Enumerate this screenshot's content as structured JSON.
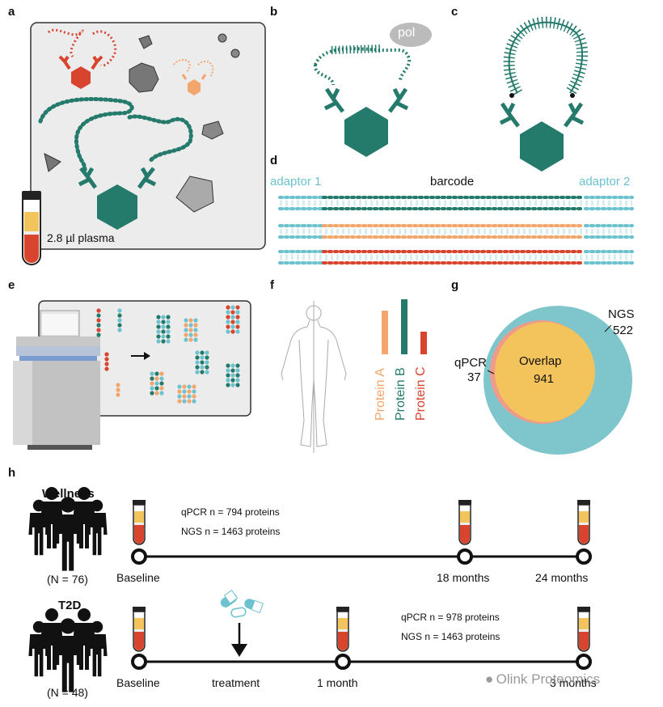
{
  "panels": [
    "a",
    "b",
    "c",
    "d",
    "e",
    "f",
    "g",
    "h"
  ],
  "a": {
    "plasma_label": "2.8 µl plasma"
  },
  "b": {
    "pol_label": "pol"
  },
  "d": {
    "adaptor1": "adaptor 1",
    "barcode": "barcode",
    "adaptor2": "adaptor 2"
  },
  "f": {
    "proteins": [
      "Protein A",
      "Protein B",
      "Protein C"
    ]
  },
  "g": {
    "qpcr_label": "qPCR",
    "qpcr_value": "37",
    "overlap_label": "Overlap",
    "overlap_value": "941",
    "ngs_label": "NGS",
    "ngs_value": "522"
  },
  "h": {
    "wellness": {
      "title": "Wellness",
      "n": "(N = 76)",
      "qpcr": "qPCR n = 794 proteins",
      "ngs": "NGS n = 1463 proteins",
      "timepoints": [
        "Baseline",
        "18 months",
        "24 months"
      ]
    },
    "t2d": {
      "title": "T2D",
      "n": "(N = 48)",
      "qpcr": "qPCR  n = 978 proteins",
      "ngs": "NGS n = 1463 proteins",
      "treatment": "treatment",
      "timepoints": [
        "Baseline",
        "1 month",
        "3 months"
      ]
    }
  },
  "watermark": "Olink Proteomics",
  "colors": {
    "teal": "#247a6b",
    "orange": "#f2a66c",
    "red": "#d9442e",
    "lightblue": "#6cc3cf",
    "panel_bg": "#ececec",
    "yellow": "#f3c35c"
  }
}
